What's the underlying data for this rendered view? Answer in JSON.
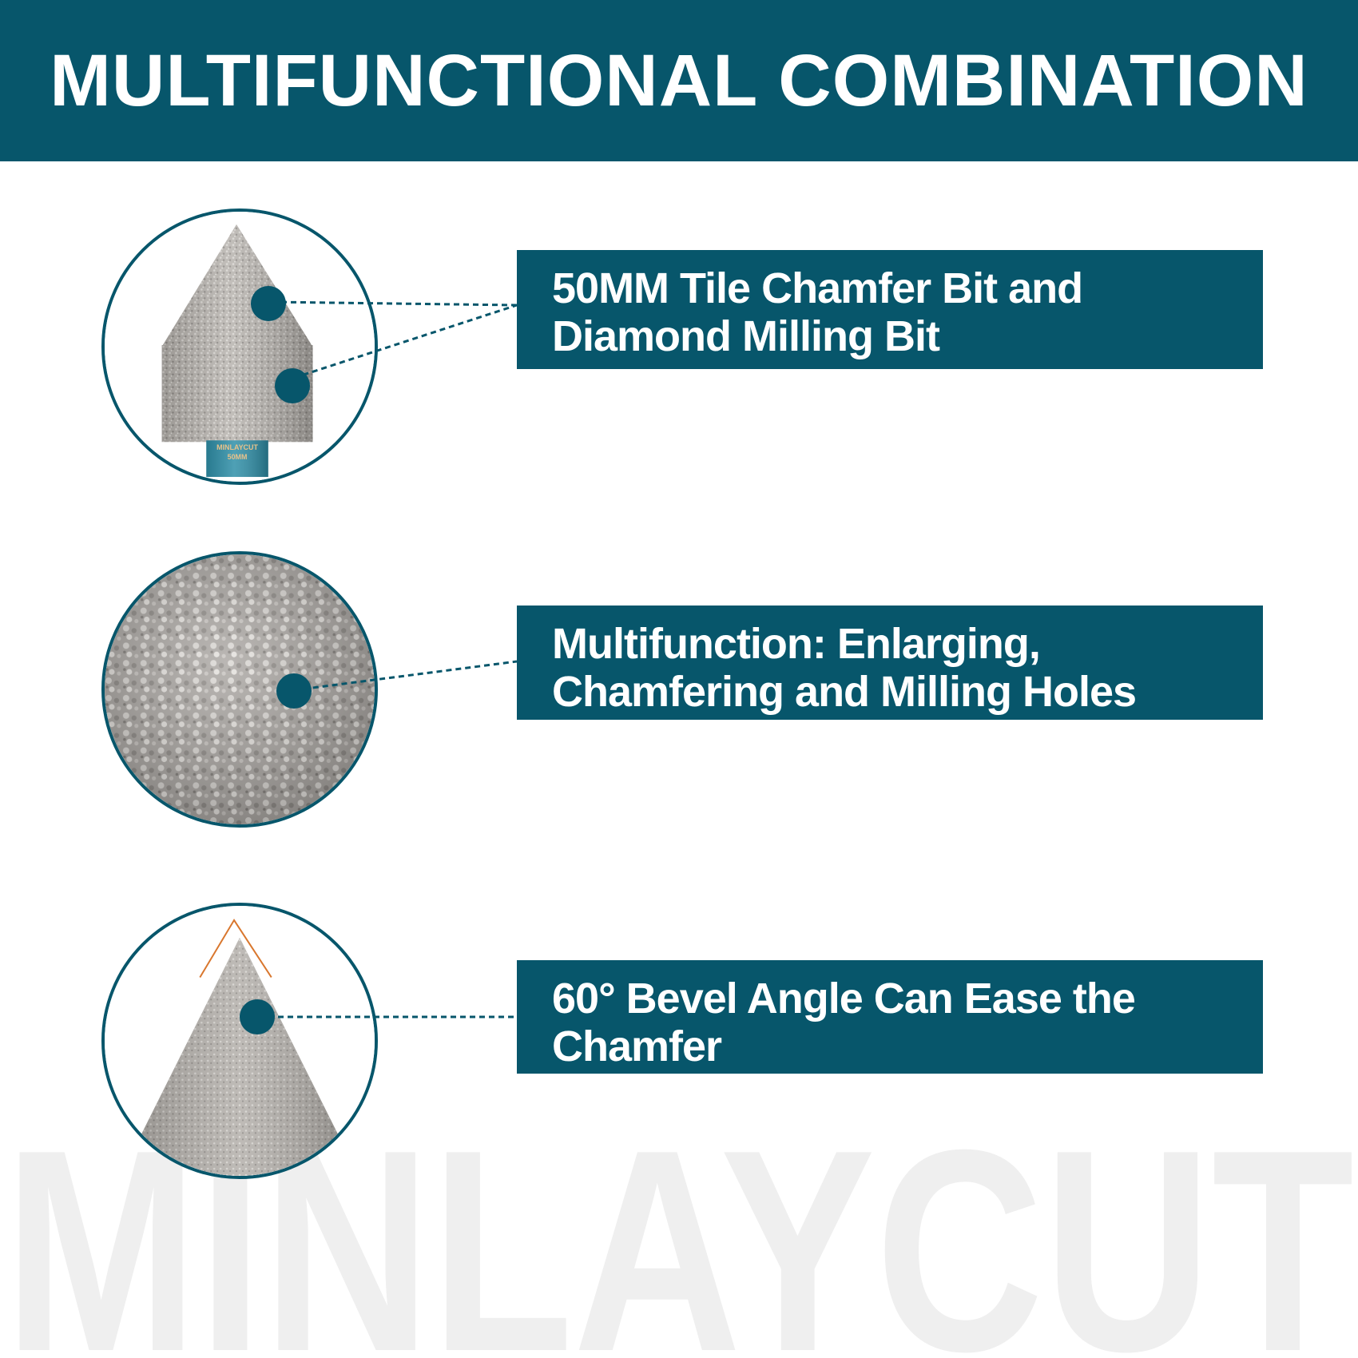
{
  "header": {
    "title": "MULTIFUNCTIONAL COMBINATION"
  },
  "colors": {
    "brand": "#07566b",
    "accent": "#d9772e",
    "watermark": "#efefef",
    "metal": "#b5b2ae"
  },
  "features": [
    {
      "label_line1": "50MM Tile Chamfer Bit and",
      "label_line2": "Diamond Milling Bit",
      "image": "chamfer-bit-closeup"
    },
    {
      "label_line1": "Multifunction: Enlarging,",
      "label_line2": "Chamfering and Milling Holes",
      "image": "diamond-grit-texture"
    },
    {
      "label_line1": "60° Bevel Angle Can Ease the",
      "label_line2": "Chamfer",
      "image": "bevel-cone"
    }
  ],
  "bit_engraving": {
    "brand": "MINLAYCUT",
    "size": "50MM"
  },
  "watermark": {
    "text": "MINLAYCUT"
  }
}
